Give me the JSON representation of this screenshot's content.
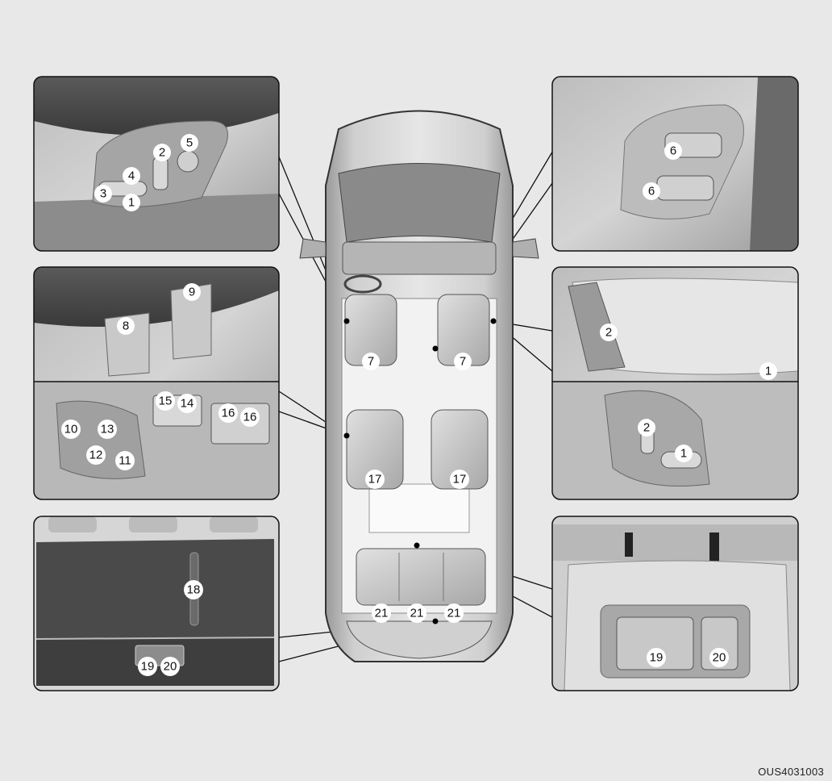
{
  "figure_code": "OUS4031003",
  "panels": {
    "driver_seat_switch": {
      "numbers": [
        "1",
        "2",
        "3",
        "4",
        "5"
      ]
    },
    "driver_lumbar": {
      "numbers": [
        "8",
        "9"
      ]
    },
    "second_row_switch": {
      "numbers": [
        "10",
        "11",
        "12",
        "13",
        "14",
        "15",
        "16",
        "16"
      ]
    },
    "third_row_back": {
      "numbers": [
        "18",
        "19",
        "20"
      ]
    },
    "seat_back_switch": {
      "numbers": [
        "6",
        "6"
      ]
    },
    "passenger_side": {
      "numbers": [
        "2",
        "1"
      ]
    },
    "passenger_switch": {
      "numbers": [
        "2",
        "1"
      ]
    },
    "rear_release": {
      "numbers": [
        "19",
        "20"
      ]
    }
  },
  "vehicle": {
    "front_seats": [
      "7",
      "7"
    ],
    "second_row_seats": [
      "17",
      "17"
    ],
    "third_row_seats": [
      "21",
      "21",
      "21"
    ]
  }
}
